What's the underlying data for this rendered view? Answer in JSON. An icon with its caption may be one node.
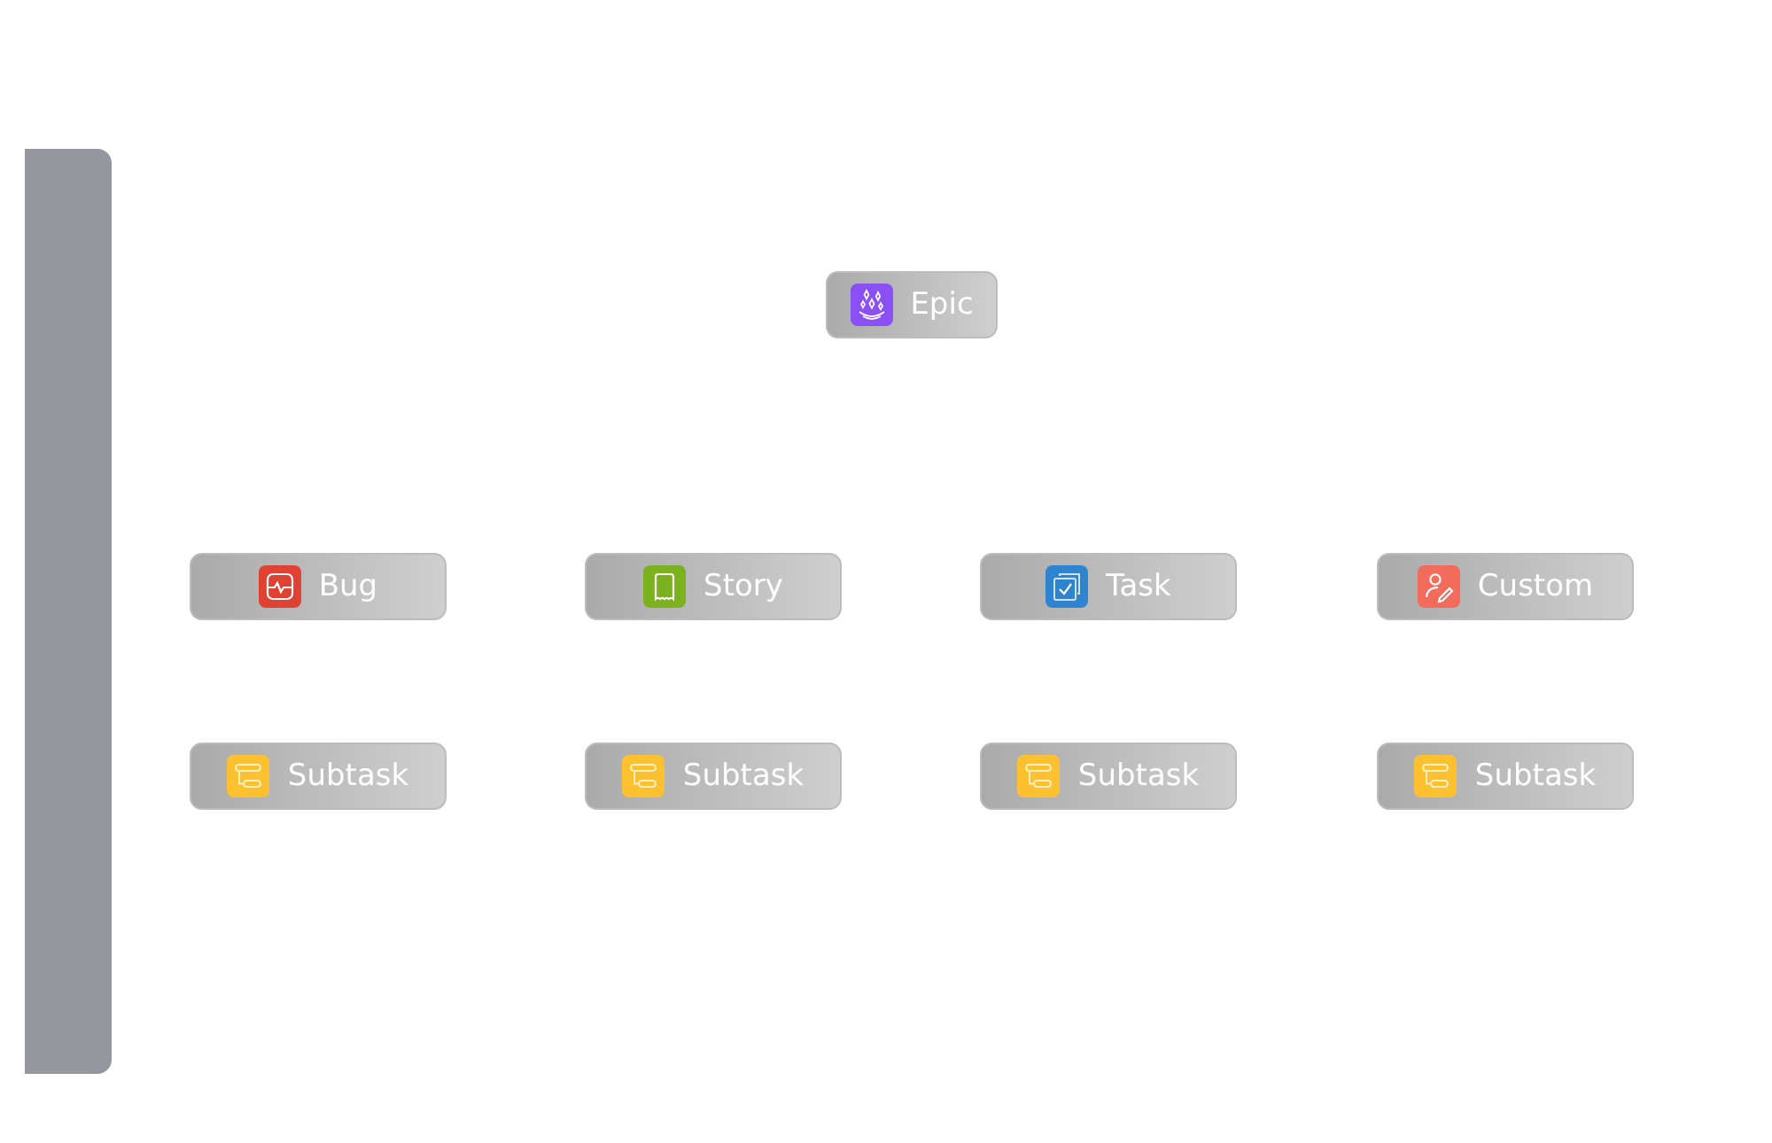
{
  "diagram": {
    "nodes": [
      {
        "text": [
          "Epic"
        ]
      },
      {
        "text": [
          "Bug"
        ]
      },
      {
        "text": [
          "Story"
        ]
      },
      {
        "text": [
          "Task"
        ]
      },
      {
        "text": [
          "Custom"
        ]
      },
      {
        "text": [
          "Subtask"
        ]
      },
      {
        "text": [
          "Subtask"
        ]
      },
      {
        "text": [
          "Subtask"
        ]
      },
      {
        "text": [
          "Subtask"
        ]
      }
    ]
  }
}
